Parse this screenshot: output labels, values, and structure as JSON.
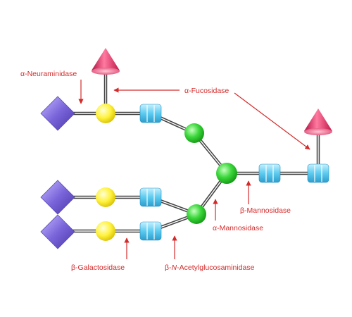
{
  "colors": {
    "annotation": "#d42a2a",
    "sialic_acid": "#7b68d8",
    "galactose": "#ffee44",
    "glcnac": "#5bc8ee",
    "mannose": "#33cc33",
    "fucose": "#e0305e",
    "bond": "#555555"
  },
  "monosaccharides": {
    "sialic_acid": {
      "shape": "diamond-icon"
    },
    "galactose": {
      "shape": "circle-icon"
    },
    "glcnac": {
      "shape": "square-icon"
    },
    "mannose": {
      "shape": "circle-icon"
    },
    "fucose": {
      "shape": "triangle-icon"
    }
  },
  "enzymes": {
    "neuraminidase": {
      "prefix": "α",
      "name": "-Neuraminidase"
    },
    "fucosidase": {
      "prefix": "α",
      "name": "-Fucosidase"
    },
    "mannosidase_beta": {
      "prefix": "β",
      "name": "-Mannosidase"
    },
    "mannosidase_alpha": {
      "prefix": "α",
      "name": "-Mannosidase"
    },
    "galactosidase": {
      "prefix": "β",
      "name": "-Galactosidase"
    },
    "acetylglucosaminidase": {
      "prefix": "β",
      "sep": "-",
      "italic": "N",
      "name": "-Acetylglucosaminidase"
    }
  }
}
